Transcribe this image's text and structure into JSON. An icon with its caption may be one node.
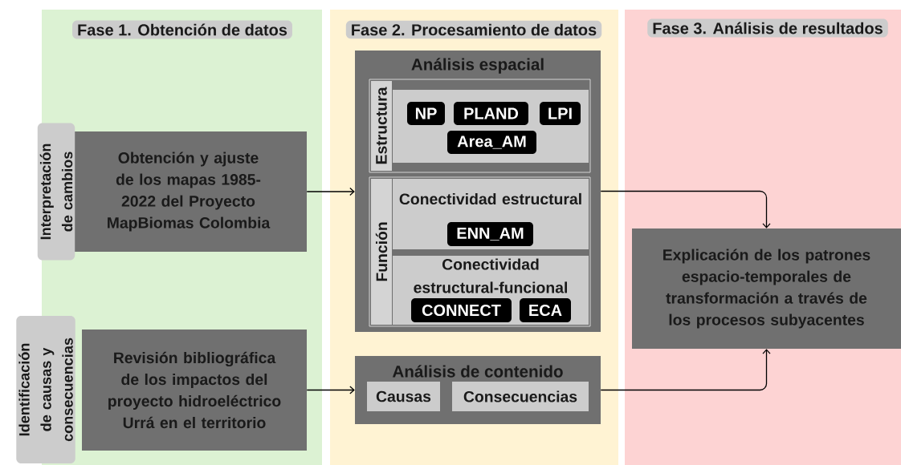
{
  "diagram": {
    "nodes": [
      {
        "text": [
          "Fase 1. Obtención de datos"
        ]
      },
      {
        "text": [
          "Fase 2. Procesamiento de datos"
        ]
      },
      {
        "text": [
          "Fase 3. Análisis de resultados"
        ]
      },
      {
        "text": [
          "Obtención y ajuste de los mapas 1985-2022 del Proyecto MapBiomas Colombia"
        ],
        "in": 0,
        "beside": [
          "Interpretación de cambios"
        ]
      },
      {
        "text": [
          "Revisión bibliográfica de los impactos del proyecto hidroeléctrico Urrá en el territorio"
        ],
        "in": 0,
        "beside": [
          "Identificación de causas y consecuencias"
        ]
      },
      {
        "text": [
          "Análisis espacial"
        ],
        "in": 1
      },
      {
        "text": [
          "Estructura"
        ],
        "in": 5
      },
      {
        "text": [
          "NP"
        ],
        "in": 6
      },
      {
        "text": [
          "PLAND"
        ],
        "in": 6
      },
      {
        "text": [
          "LPI"
        ],
        "in": 6
      },
      {
        "text": [
          "Area_AM"
        ],
        "in": 6
      },
      {
        "text": [
          "Función"
        ],
        "in": 5
      },
      {
        "text": [
          "Conectividad estructural"
        ],
        "in": 11
      },
      {
        "text": [
          "ENN_AM"
        ],
        "in": 12
      },
      {
        "text": [
          "Conectividad estructural-funcional"
        ],
        "in": 11
      },
      {
        "text": [
          "CONNECT"
        ],
        "in": 14
      },
      {
        "text": [
          "ECA"
        ],
        "in": 14
      },
      {
        "text": [
          "Análisis de contenido"
        ],
        "in": 1
      },
      {
        "text": [
          "Causas"
        ],
        "in": 17
      },
      {
        "text": [
          "Consecuencias"
        ],
        "in": 17
      },
      {
        "text": [
          "Explicación de los patrones espacio-temporales de transformación a través de los procesos subyacentes"
        ],
        "in": 2
      }
    ],
    "edges": [
      {
        "from": 3,
        "to": 5,
        "arrow": "to"
      },
      {
        "from": 4,
        "to": 17,
        "arrow": "to"
      },
      {
        "from": 5,
        "to": 20,
        "arrow": "to"
      },
      {
        "from": 17,
        "to": 20,
        "arrow": "to"
      }
    ]
  }
}
